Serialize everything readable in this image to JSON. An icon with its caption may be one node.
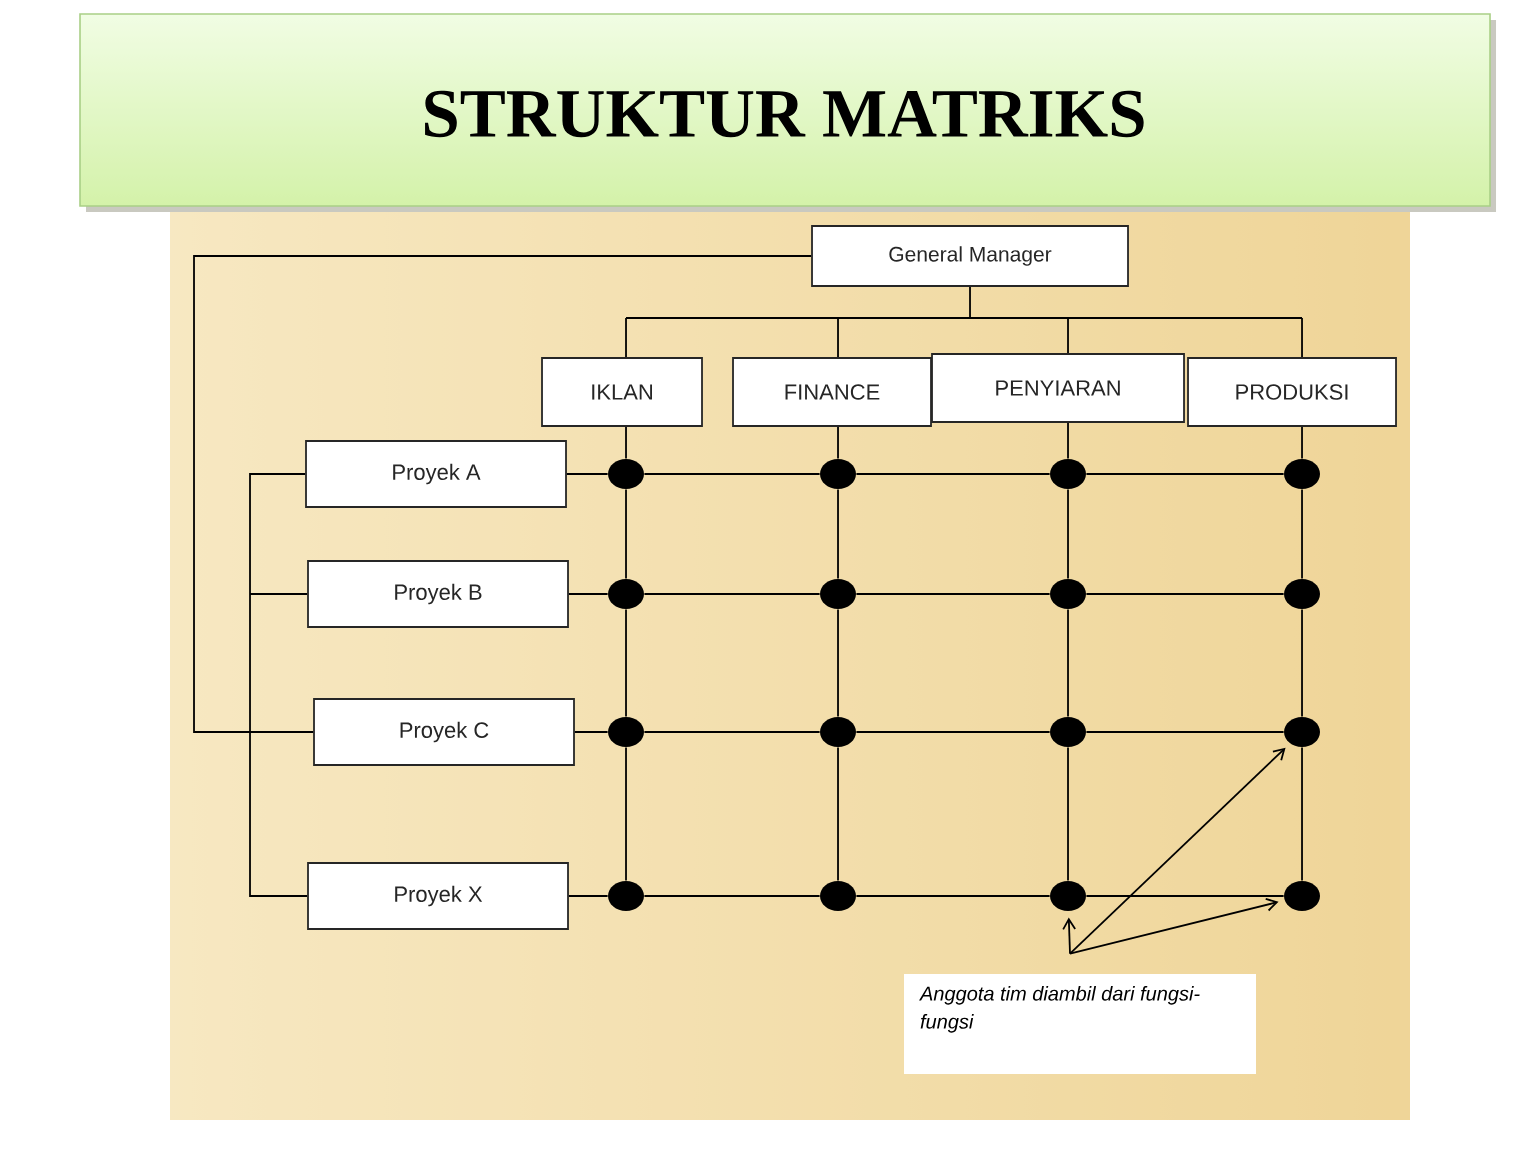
{
  "diagram": {
    "title": "STRUKTUR MATRIKS",
    "nodes": [
      {
        "text": [
          "General Manager"
        ]
      },
      {
        "text": [
          "IKLAN"
        ]
      },
      {
        "text": [
          "FINANCE"
        ]
      },
      {
        "text": [
          "PENYIARAN"
        ]
      },
      {
        "text": [
          "PRODUKSI"
        ]
      },
      {
        "text": [
          "Proyek A"
        ]
      },
      {
        "text": [
          "Proyek B"
        ]
      },
      {
        "text": [
          "Proyek C"
        ]
      },
      {
        "text": [
          "Proyek X"
        ]
      },
      {
        "text": [],
        "shape": "circle"
      },
      {
        "text": [],
        "shape": "circle"
      },
      {
        "text": [],
        "shape": "circle"
      },
      {
        "text": [],
        "shape": "circle"
      },
      {
        "text": [],
        "shape": "circle"
      },
      {
        "text": [],
        "shape": "circle"
      },
      {
        "text": [],
        "shape": "circle"
      },
      {
        "text": [],
        "shape": "circle"
      },
      {
        "text": [],
        "shape": "circle"
      },
      {
        "text": [],
        "shape": "circle"
      },
      {
        "text": [],
        "shape": "circle"
      },
      {
        "text": [],
        "shape": "circle"
      },
      {
        "text": [],
        "shape": "circle"
      },
      {
        "text": [],
        "shape": "circle"
      },
      {
        "text": [],
        "shape": "circle"
      },
      {
        "text": [],
        "shape": "circle"
      },
      {
        "text": [
          "Anggota tim diambil dari fungsi-fungsi"
        ]
      }
    ],
    "edges": [
      {
        "from": 0,
        "to": 1,
        "arrow": "none"
      },
      {
        "from": 0,
        "to": 2,
        "arrow": "none"
      },
      {
        "from": 0,
        "to": 3,
        "arrow": "none"
      },
      {
        "from": 0,
        "to": 4,
        "arrow": "none"
      },
      {
        "from": 0,
        "to": 5,
        "arrow": "none"
      },
      {
        "from": 0,
        "to": 6,
        "arrow": "none"
      },
      {
        "from": 0,
        "to": 7,
        "arrow": "none"
      },
      {
        "from": 0,
        "to": 8,
        "arrow": "none"
      },
      {
        "from": 5,
        "to": 9,
        "arrow": "none"
      },
      {
        "from": 9,
        "to": 10,
        "arrow": "none"
      },
      {
        "from": 10,
        "to": 11,
        "arrow": "none"
      },
      {
        "from": 11,
        "to": 12,
        "arrow": "none"
      },
      {
        "from": 6,
        "to": 13,
        "arrow": "none"
      },
      {
        "from": 13,
        "to": 14,
        "arrow": "none"
      },
      {
        "from": 14,
        "to": 15,
        "arrow": "none"
      },
      {
        "from": 15,
        "to": 16,
        "arrow": "none"
      },
      {
        "from": 7,
        "to": 17,
        "arrow": "none"
      },
      {
        "from": 17,
        "to": 18,
        "arrow": "none"
      },
      {
        "from": 18,
        "to": 19,
        "arrow": "none"
      },
      {
        "from": 19,
        "to": 20,
        "arrow": "none"
      },
      {
        "from": 8,
        "to": 21,
        "arrow": "none"
      },
      {
        "from": 21,
        "to": 22,
        "arrow": "none"
      },
      {
        "from": 22,
        "to": 23,
        "arrow": "none"
      },
      {
        "from": 23,
        "to": 24,
        "arrow": "none"
      },
      {
        "from": 1,
        "to": 9,
        "arrow": "none"
      },
      {
        "from": 9,
        "to": 13,
        "arrow": "none"
      },
      {
        "from": 13,
        "to": 17,
        "arrow": "none"
      },
      {
        "from": 17,
        "to": 21,
        "arrow": "none"
      },
      {
        "from": 2,
        "to": 10,
        "arrow": "none"
      },
      {
        "from": 10,
        "to": 14,
        "arrow": "none"
      },
      {
        "from": 14,
        "to": 18,
        "arrow": "none"
      },
      {
        "from": 18,
        "to": 22,
        "arrow": "none"
      },
      {
        "from": 3,
        "to": 11,
        "arrow": "none"
      },
      {
        "from": 11,
        "to": 15,
        "arrow": "none"
      },
      {
        "from": 15,
        "to": 19,
        "arrow": "none"
      },
      {
        "from": 19,
        "to": 23,
        "arrow": "none"
      },
      {
        "from": 4,
        "to": 12,
        "arrow": "none"
      },
      {
        "from": 12,
        "to": 16,
        "arrow": "none"
      },
      {
        "from": 16,
        "to": 20,
        "arrow": "none"
      },
      {
        "from": 20,
        "to": 24,
        "arrow": "none"
      },
      {
        "from": 25,
        "to": 23,
        "arrow": "to"
      },
      {
        "from": 25,
        "to": 24,
        "arrow": "to"
      },
      {
        "from": 25,
        "to": 20,
        "arrow": "to"
      }
    ]
  }
}
